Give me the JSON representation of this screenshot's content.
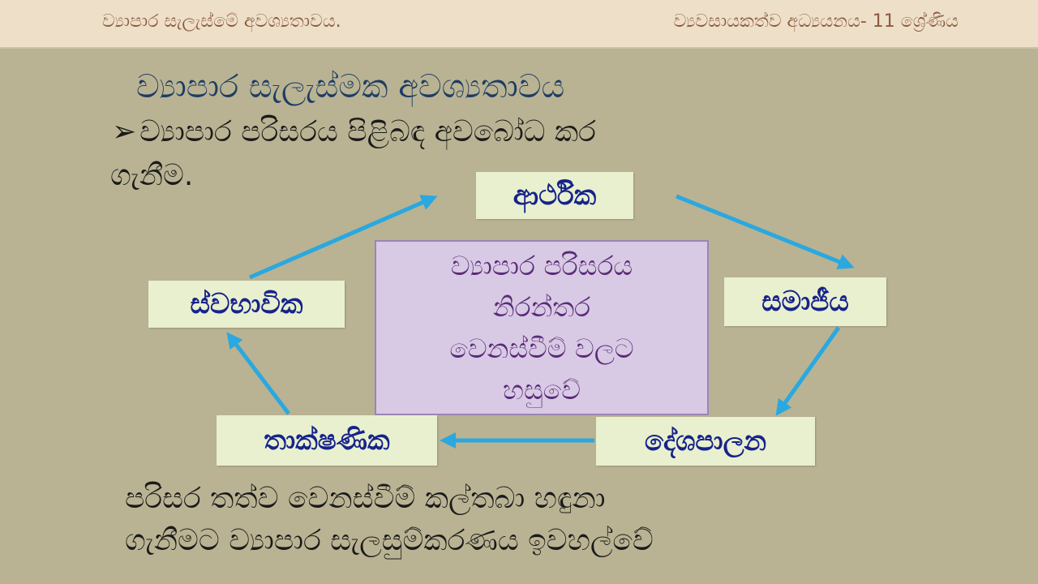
{
  "header": {
    "left": "ව්‍යාපාර සැලැස්මේ අවශ්‍යතාවය.",
    "right": "ව්‍යවසායකත්ව අධ්‍යයනය- 11 ශ්‍රේණිය"
  },
  "title": "ව්‍යාපාර සැලැස්මක අවශ්‍යතාවය",
  "bullet": {
    "symbol": "➢",
    "line1": "ව්‍යාපාර පරිසරය පිළිබඳ අවබෝධ කර",
    "line2": "ගැනීම."
  },
  "diagram": {
    "center": [
      "ව්‍යාපාර පරිසරය",
      "නිරන්තර",
      "වෙනස්වීම් වලට",
      "හසුවේ"
    ],
    "nodes": {
      "economic": "ආර්ථික",
      "social": "සමාජීය",
      "political": "දේශපාලන",
      "technological": "තාක්ෂණික",
      "natural": "ස්වභාවික"
    }
  },
  "note": {
    "line1": "පරිසර තත්ව වෙනස්වීම් කල්තබා හඳුනා",
    "line2": "ගැනීමට ව්‍යාපාර සැලසුම්කරණය ඉවහල්වේ"
  },
  "colors": {
    "background": "#b9b393",
    "header": "#eedfc9",
    "arrow": "#2aa8df",
    "node_fill": "#e8f0cf",
    "node_text": "#17238a",
    "center_fill": "#d8c9e4",
    "center_text": "#5a2a78",
    "title_text": "#1f3d63"
  }
}
